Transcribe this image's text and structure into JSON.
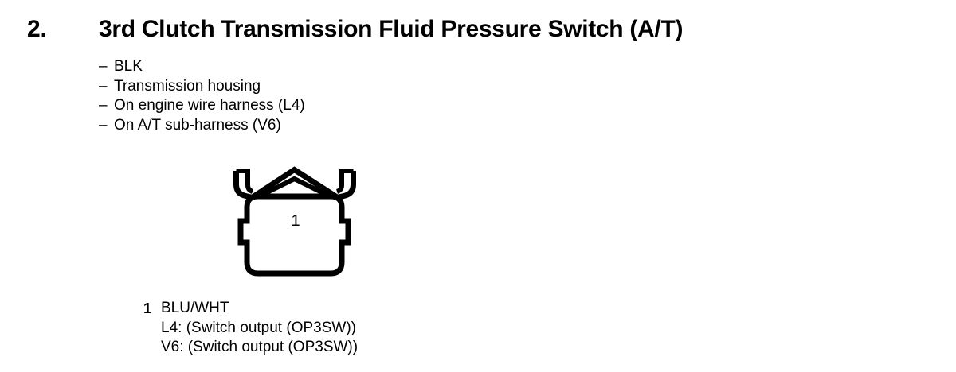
{
  "item": {
    "number": "2.",
    "title": "3rd Clutch Transmission Fluid Pressure Switch (A/T)"
  },
  "specs": {
    "dash": "–",
    "items": [
      {
        "text": "BLK"
      },
      {
        "text": "Transmission housing"
      },
      {
        "text": "On engine wire harness (L4)"
      },
      {
        "text": "On A/T sub-harness (V6)"
      }
    ]
  },
  "connector": {
    "icon": "connector-2-tab-1-cavity-icon",
    "cavity_number": "1",
    "stroke_color": "#000000",
    "fill_color": "#ffffff"
  },
  "legend": {
    "pin": "1",
    "wire_color": "BLU/WHT",
    "lines": [
      {
        "text": "L4: (Switch output (OP3SW))"
      },
      {
        "text": "V6: (Switch output (OP3SW))"
      }
    ]
  }
}
